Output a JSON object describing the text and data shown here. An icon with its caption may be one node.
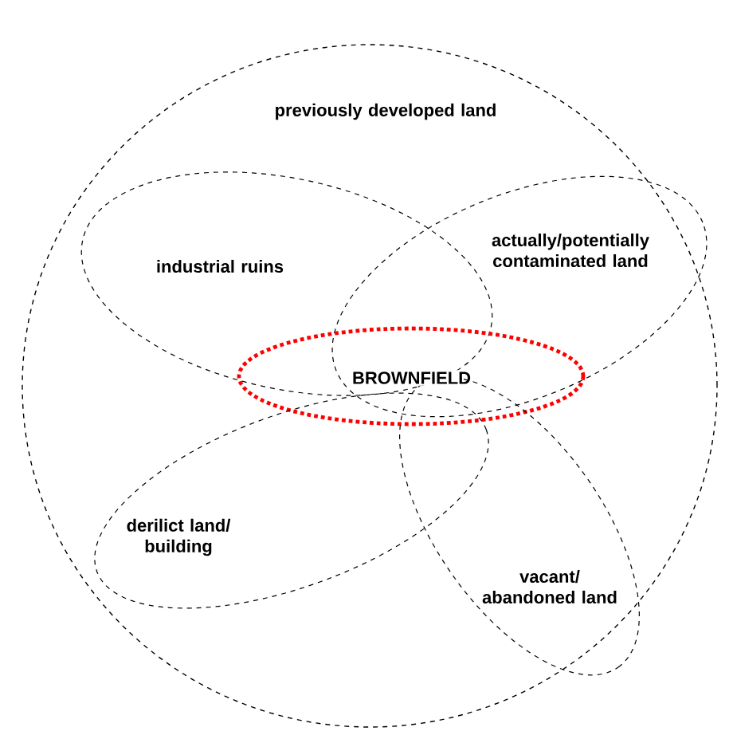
{
  "diagram": {
    "nodes": [
      {
        "text": [
          "previously developed land"
        ]
      },
      {
        "text": [
          "industrial ruins"
        ],
        "in": 0
      },
      {
        "text": [
          "actually/potentially contaminated land"
        ],
        "in": 0
      },
      {
        "text": [
          "BROWNFIELD"
        ],
        "in": 0
      },
      {
        "text": [
          "derilict land/ building"
        ],
        "in": 0
      },
      {
        "text": [
          "vacant/ abandoned land"
        ],
        "in": 0
      }
    ]
  }
}
